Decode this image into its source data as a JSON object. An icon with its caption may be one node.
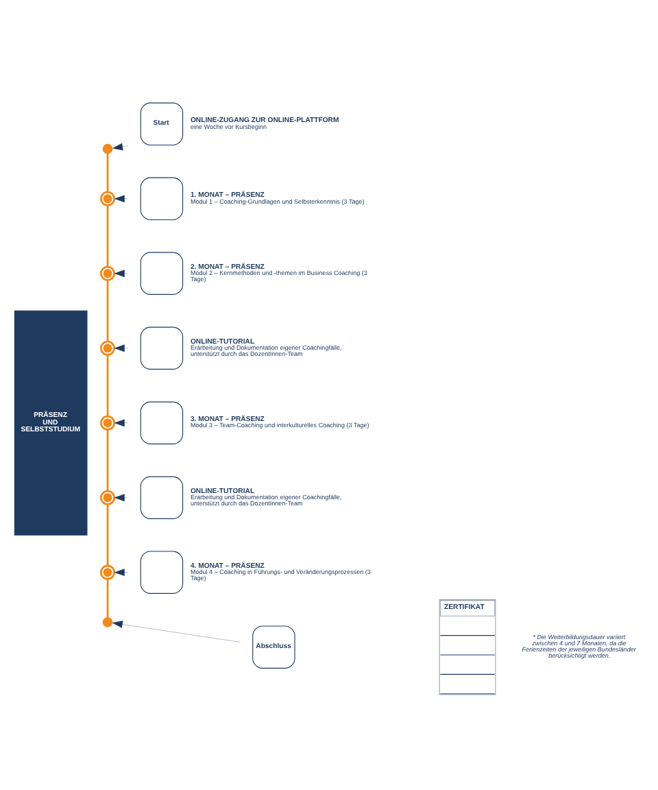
{
  "diagram": {
    "nodes": [
      {
        "text": [
          "PRÄSENZ UND SELBSTSTUDIUM"
        ]
      },
      {
        "text": [],
        "shape": "circle"
      },
      {
        "text": [],
        "shape": "circle"
      },
      {
        "text": [],
        "shape": "circle"
      },
      {
        "text": [],
        "shape": "circle"
      },
      {
        "text": [],
        "shape": "circle"
      },
      {
        "text": [],
        "shape": "circle"
      },
      {
        "text": [],
        "shape": "circle"
      },
      {
        "text": [],
        "shape": "circle"
      },
      {
        "text": [
          "Start"
        ],
        "beside": [
          "ONLINE-ZUGANG ZUR ONLINE-PLATTFORM",
          "eine Woche vor Kursbeginn"
        ]
      },
      {
        "text": [],
        "shape": "box",
        "beside": [
          "1. MONAT – PRÄSENZ",
          "Modul 1 – Coaching-Grundlagen und Selbsterkenntnis (3 Tage)"
        ]
      },
      {
        "text": [],
        "shape": "box",
        "beside": [
          "2. MONAT – PRÄSENZ",
          "Modul 2 – Kernmethoden und -themen im Business Coaching (3 Tage)"
        ]
      },
      {
        "text": [],
        "shape": "box",
        "beside": [
          "ONLINE-TUTORIAL",
          "Erarbeitung und Dokumentation eigener Coachingfälle, unterstützt durch das DozentInnen-Team"
        ]
      },
      {
        "text": [],
        "shape": "box",
        "beside": [
          "3. MONAT – PRÄSENZ",
          "Modul 3 – Team-Coaching und interkulturelles Coaching (3 Tage)"
        ]
      },
      {
        "text": [],
        "shape": "box",
        "beside": [
          "ONLINE-TUTORIAL",
          "Erarbeitung und Dokumentation eigener Coachingfälle, unterstützt durch das DozentInnen-Team"
        ]
      },
      {
        "text": [],
        "shape": "box",
        "beside": [
          "4. MONAT – PRÄSENZ",
          "Modul 4 – Coaching in Führungs- und Veränderungsprozessen (3 Tage)"
        ]
      },
      {
        "text": [
          "Abschluss"
        ]
      },
      {
        "text": [
          "ZERTIFIKAT"
        ]
      }
    ],
    "edges": [
      {
        "from": 1,
        "to": 2,
        "arrow": "none",
        "color": "#f08a1c"
      },
      {
        "from": 2,
        "to": 3,
        "arrow": "none",
        "color": "#f08a1c"
      },
      {
        "from": 3,
        "to": 4,
        "arrow": "none",
        "color": "#f08a1c"
      },
      {
        "from": 4,
        "to": 5,
        "arrow": "none",
        "color": "#f08a1c"
      },
      {
        "from": 5,
        "to": 6,
        "arrow": "none",
        "color": "#f08a1c"
      },
      {
        "from": 6,
        "to": 7,
        "arrow": "none",
        "color": "#f08a1c"
      },
      {
        "from": 7,
        "to": 8,
        "arrow": "none",
        "color": "#f08a1c"
      },
      {
        "from": 9,
        "to": 1,
        "arrow": "to"
      },
      {
        "from": 10,
        "to": 2,
        "arrow": "to"
      },
      {
        "from": 11,
        "to": 3,
        "arrow": "to"
      },
      {
        "from": 12,
        "to": 4,
        "arrow": "to"
      },
      {
        "from": 13,
        "to": 5,
        "arrow": "to"
      },
      {
        "from": 14,
        "to": 6,
        "arrow": "to"
      },
      {
        "from": 15,
        "to": 7,
        "arrow": "to"
      },
      {
        "from": 16,
        "to": 8,
        "arrow": "to"
      }
    ],
    "labels": [
      "* Die Weiterbildungsdauer variiert zwischen 4 und 7 Monaten, da die Ferienzeiten der jeweiligen Bundesländer berücksichtigt werden."
    ]
  }
}
